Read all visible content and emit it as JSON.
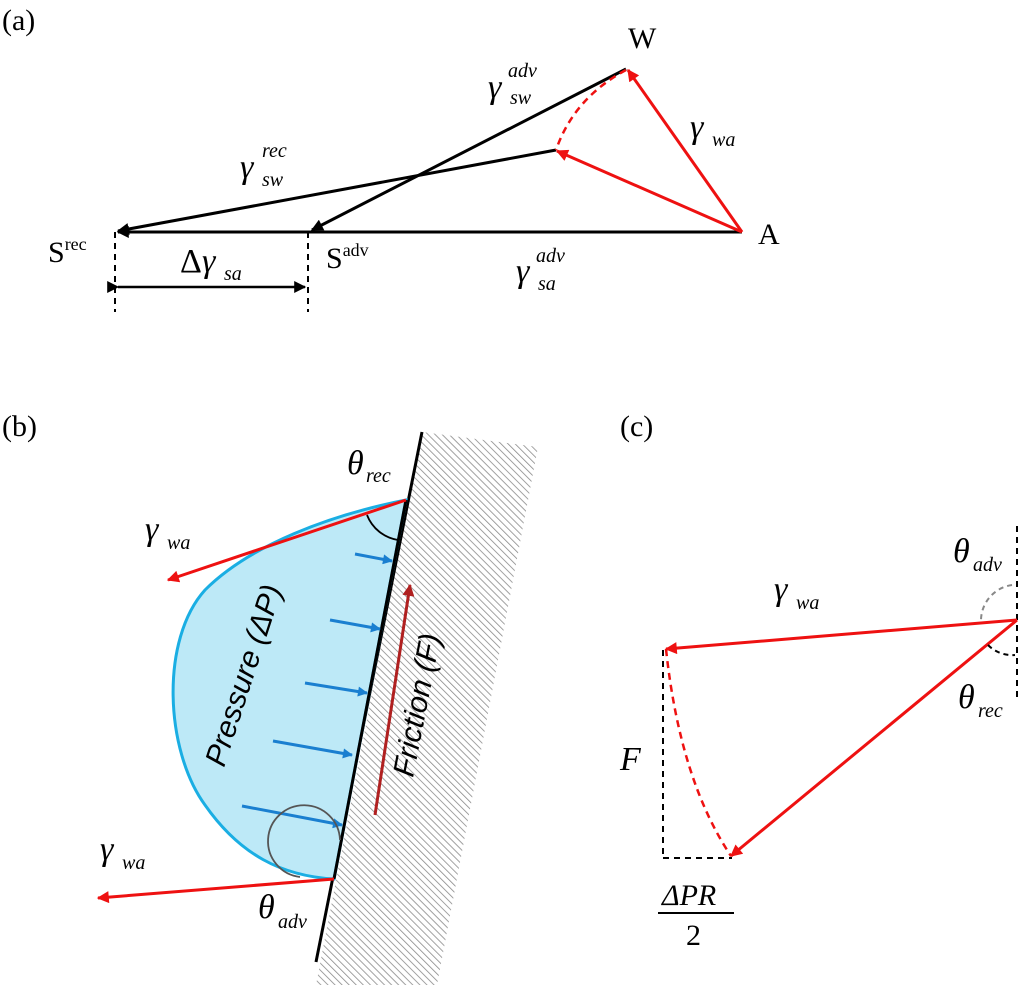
{
  "panel_a": {
    "label": "(a)",
    "point_w": "W",
    "point_a": "A",
    "s_rec": {
      "base": "S",
      "sup": "rec"
    },
    "s_adv": {
      "base": "S",
      "sup": "adv"
    },
    "gamma_sw_adv": {
      "base": "γ",
      "sub": "sw",
      "sup": "adv"
    },
    "gamma_sw_rec": {
      "base": "γ",
      "sub": "sw",
      "sup": "rec"
    },
    "gamma_wa": {
      "base": "γ",
      "sub": "wa"
    },
    "gamma_sa_adv": {
      "base": "γ",
      "sub": "sa",
      "sup": "adv"
    },
    "delta_gamma_sa": {
      "delta": "Δ",
      "base": "γ",
      "sub": "sa"
    }
  },
  "panel_b": {
    "label": "(b)",
    "theta_rec": {
      "base": "θ",
      "sub": "rec"
    },
    "theta_adv": {
      "base": "θ",
      "sub": "adv"
    },
    "gamma_wa_top": {
      "base": "γ",
      "sub": "wa"
    },
    "gamma_wa_bottom": {
      "base": "γ",
      "sub": "wa"
    },
    "pressure_label": "Pressure (ΔP)",
    "friction_label": "Friction (F)"
  },
  "panel_c": {
    "label": "(c)",
    "gamma_wa": {
      "base": "γ",
      "sub": "wa"
    },
    "theta_adv": {
      "base": "θ",
      "sub": "adv"
    },
    "theta_rec": {
      "base": "θ",
      "sub": "rec"
    },
    "force_f": "F",
    "fraction_numerator": "ΔPR",
    "fraction_denominator": "2"
  },
  "colors": {
    "black": "#000000",
    "red": "#ee1111",
    "dark_red": "#b02020",
    "blue": "#1a7fd0",
    "drop_fill": "#bde9f7",
    "drop_stroke": "#1aaee3",
    "hatch": "#8a8a8a",
    "grey_dash": "#888888"
  }
}
